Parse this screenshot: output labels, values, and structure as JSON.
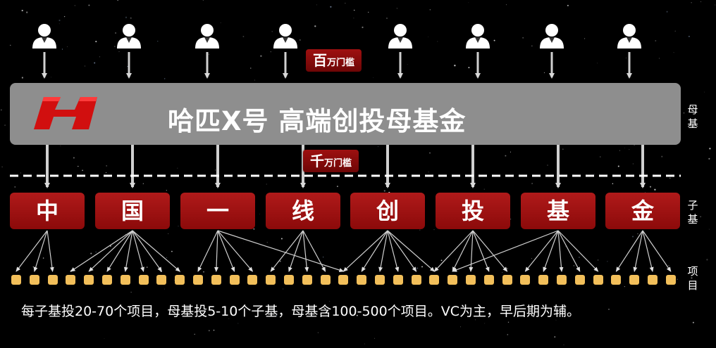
{
  "investor_icon": "person-icon",
  "thresholds": {
    "top": {
      "big": "百",
      "small": "万门槛"
    },
    "bottom": {
      "big": "千",
      "small": "万门槛"
    }
  },
  "mother_fund": {
    "logo": "red-H-logo",
    "title": "哈匹X号  高端创投母基金"
  },
  "sub_funds": [
    "中",
    "国",
    "一",
    "线",
    "创",
    "投",
    "基",
    "金"
  ],
  "side_labels": {
    "mother": [
      "母",
      "基"
    ],
    "sub": [
      "子",
      "基"
    ],
    "project": [
      "项",
      "目"
    ]
  },
  "footer_note": "每子基投20-70个项目，母基投5-10个子基，母基含100-500个项目。VC为主，早后期为辅。",
  "colors": {
    "background": "#000000",
    "mother_bar": "#8e8e8e",
    "sub_fund": "#a01212",
    "project": "#f2bf5a",
    "arrow": "#d0d0d0"
  }
}
